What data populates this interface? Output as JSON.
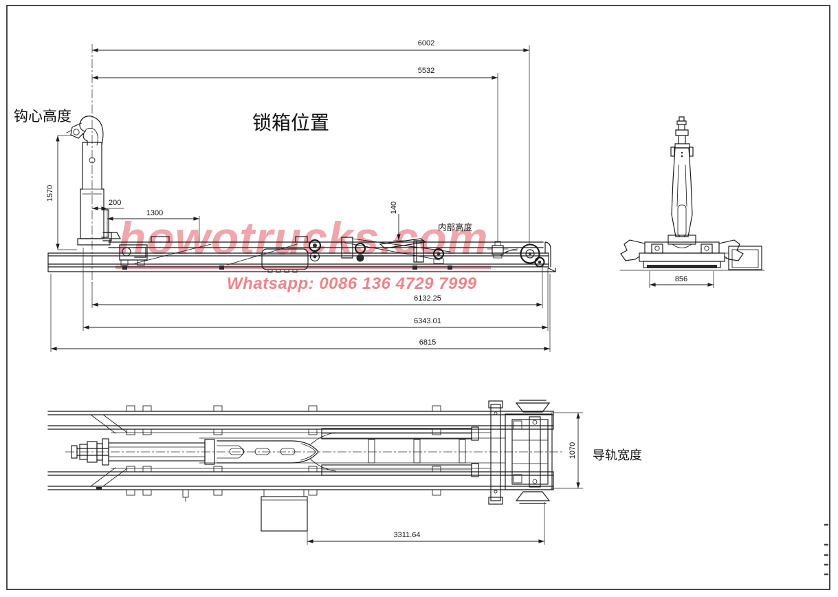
{
  "drawing": {
    "background": "#ffffff",
    "line_color": "#1a1a1a",
    "border_color": "#1c1c1c"
  },
  "side_view": {
    "label_hook_height": "钩心高度",
    "label_lock_box": "锁箱位置",
    "label_internal_height": "内部高度",
    "dim_overall_top": "6002",
    "dim_lock_box": "5532",
    "dim_hook_center_height": "1570",
    "dim_hook_offset": "200",
    "dim_front_section": "1300",
    "dim_internal_height": "140",
    "dim_rail_length": "6132.25",
    "dim_frame_length": "6343.01",
    "dim_overall_length": "6815"
  },
  "rear_view": {
    "dim_base_width": "856"
  },
  "plan_view": {
    "label_rail_width": "导轨宽度",
    "dim_rail_width": "1070",
    "dim_rear_overhang": "3311.64"
  },
  "watermark": {
    "site": "howotrucks.com",
    "contact": "Whatsapp: 0086 136 4729 7999",
    "site_color": "#f0a6aa",
    "contact_color": "#ee848a"
  }
}
